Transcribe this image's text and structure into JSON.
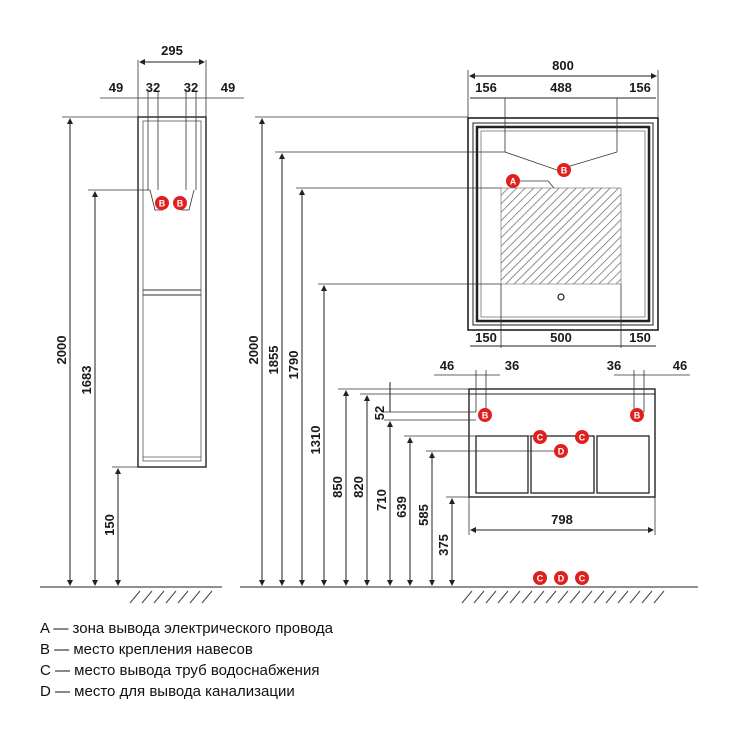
{
  "column": {
    "width": "295",
    "side_left": "49",
    "inner_left": "32",
    "inner_right": "32",
    "side_right": "49",
    "height_total": "2000",
    "height_mount": "1683",
    "height_bottom": "150"
  },
  "mirror": {
    "width": "800",
    "top_left": "156",
    "top_mid": "488",
    "top_right": "156",
    "bottom_left": "150",
    "bottom_mid": "500",
    "bottom_right": "150"
  },
  "cabinet": {
    "top_left_a": "46",
    "top_left_b": "36",
    "top_right_a": "36",
    "top_right_b": "46",
    "dim_52": "52",
    "width_bottom": "798"
  },
  "heights": [
    "2000",
    "1855",
    "1790",
    "1310",
    "850",
    "820",
    "710",
    "639",
    "585",
    "375"
  ],
  "markers": {
    "A": "A",
    "B": "B",
    "C": "C",
    "D": "D"
  },
  "colors": {
    "marker": "#e02020",
    "line": "#222222"
  },
  "legend": [
    "A — зона вывода электрического провода",
    "B — место крепления навесов",
    "C — место вывода труб водоснабжения",
    "D — место для вывода канализации"
  ]
}
